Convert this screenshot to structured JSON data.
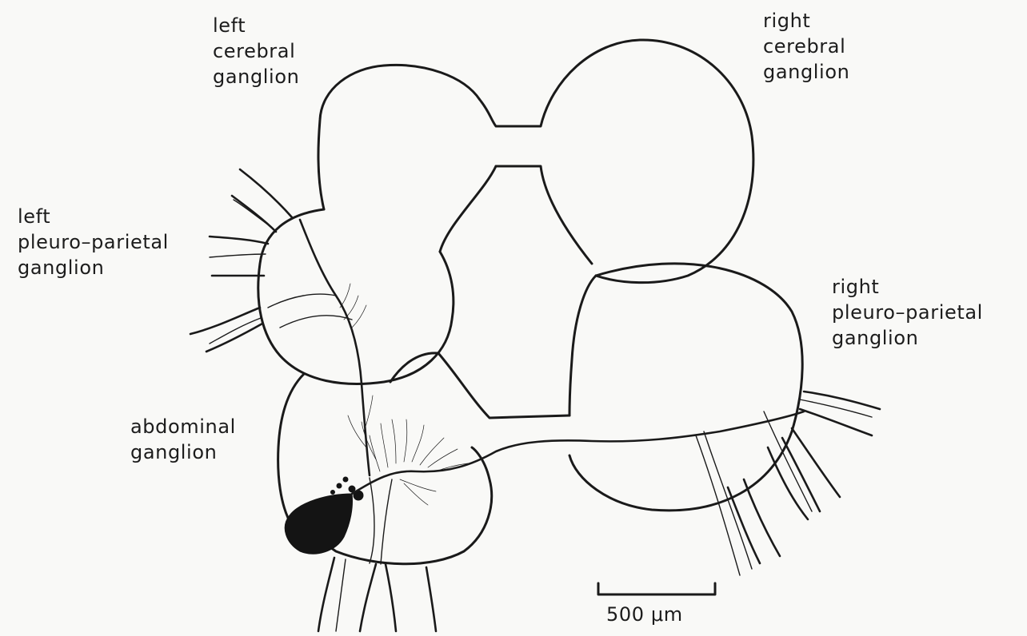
{
  "labels": {
    "left_cerebral": [
      "left",
      "cerebral",
      "ganglion"
    ],
    "right_cerebral": [
      "right",
      "cerebral",
      "ganglion"
    ],
    "left_pleuro_parietal": [
      "left",
      "pleuro–parietal",
      "ganglion"
    ],
    "right_pleuro_parietal": [
      "right",
      "pleuro–parietal",
      "ganglion"
    ],
    "abdominal": [
      "abdominal",
      "ganglion"
    ]
  },
  "scale_bar": {
    "text": "500 μm"
  },
  "colors": {
    "ink": "#1a1a1a",
    "paper": "#f9f9f7"
  }
}
